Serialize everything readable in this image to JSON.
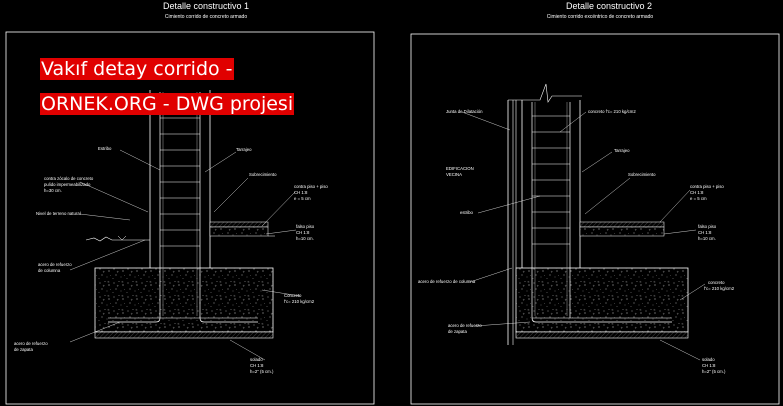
{
  "watermark": {
    "line1": "Vakıf detay corrido -",
    "line2": "ORNEK.ORG - DWG projesi",
    "bg_color": "#e00000",
    "text_color": "#ffffff"
  },
  "detail1": {
    "title": "Detalle constructivo 1",
    "subtitle": "Cimiento corrido de concreto armado",
    "labels": {
      "estribo": "Estribo",
      "tarrajeo": "Tarrajeo",
      "sobrecimiento": "Sobrecimiento",
      "pegado1": "contra zócalo de concreto",
      "pegado2": "pulido impermeabilizado",
      "pegado3": "h=30 cm.",
      "nivel": "Nivel de terreno natural",
      "contrapiso1": "contra piso + piso",
      "contrapiso2": "CH 1:8",
      "contrapiso3": "e = 5 cm",
      "falso1": "falso piso",
      "falso2": "CH 1:8",
      "falso3": "h=10 cm.",
      "acero_col1": "acero de refuerzo",
      "acero_col2": "de columna",
      "concreto1": "Concreto",
      "concreto2": "f'c= 210 kg/cm2",
      "acero_zap1": "acero de refuerzo",
      "acero_zap2": "de zapata",
      "solado1": "solado",
      "solado2": "CH 1:8",
      "solado3": "h=2\" (5 cm.)"
    }
  },
  "detail2": {
    "title": "Detalle constructivo 2",
    "subtitle": "Cimiento corrido excéntrico de concreto armado",
    "labels": {
      "junta": "Junta de Dilatación",
      "concreto_top": "concreto f'c= 210 kg/cm2",
      "tarrajeo": "Tarrajeo",
      "edif1": "EDIFICACION",
      "edif2": "VECINA",
      "sobrecimiento": "Sobrecimiento",
      "contrapiso1": "contra piso + piso",
      "contrapiso2": "CH 1:8",
      "contrapiso3": "e = 5 cm",
      "estribo": "estribo",
      "falso1": "falso piso",
      "falso2": "CH 1:8",
      "falso3": "h=10 cm.",
      "acero_col": "acero de refuerzo de columna",
      "concreto1": "concreto",
      "concreto2": "f'c= 210 kg/cm2",
      "acero_zap1": "acero de refuerzo",
      "acero_zap2": "de zapata",
      "solado1": "solado",
      "solado2": "CH 1:8",
      "solado3": "h=2\" (5 cm.)"
    }
  }
}
